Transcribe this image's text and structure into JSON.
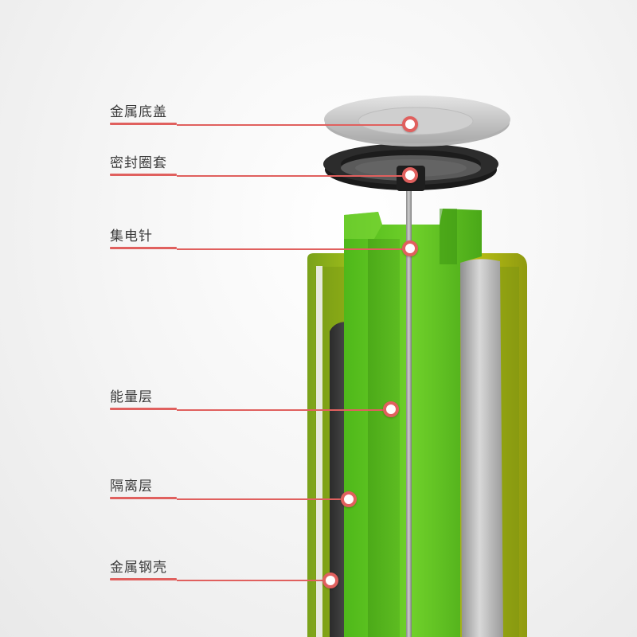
{
  "callouts": [
    {
      "id": "metal-cap",
      "label": "金属底盖"
    },
    {
      "id": "seal-ring",
      "label": "密封圈套"
    },
    {
      "id": "current-pin",
      "label": "集电针"
    },
    {
      "id": "energy-layer",
      "label": "能量层"
    },
    {
      "id": "separator-layer",
      "label": "隔离层"
    },
    {
      "id": "steel-shell",
      "label": "金属钢壳"
    }
  ],
  "colors": {
    "accent": "#e0605e",
    "label_text": "#3a3a3a",
    "energy_layer": "#5ec421",
    "shell": "#b7c216",
    "separator": "#3a3a3a",
    "cap": "#cfcfcf",
    "seal": "#2a2a2a"
  }
}
